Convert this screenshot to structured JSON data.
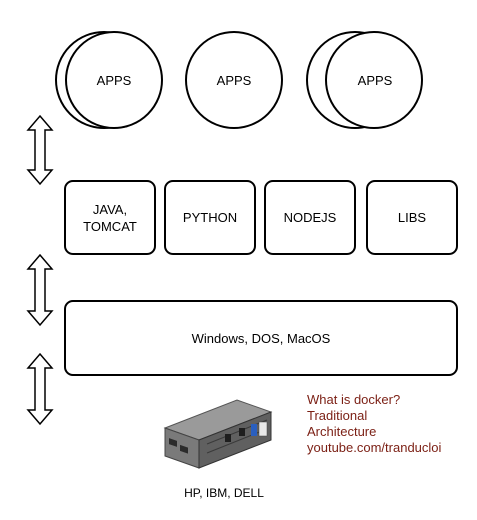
{
  "apps": [
    {
      "label": "APPS"
    },
    {
      "label": "APPS"
    },
    {
      "label": "APPS"
    }
  ],
  "runtimes": [
    {
      "line1": "JAVA,",
      "line2": "TOMCAT"
    },
    {
      "line1": "PYTHON",
      "line2": ""
    },
    {
      "line1": "NODEJS",
      "line2": ""
    },
    {
      "line1": "LIBS",
      "line2": ""
    }
  ],
  "os": {
    "label": "Windows, DOS, MacOS"
  },
  "hardware": {
    "label": "HP, IBM, DELL",
    "icon": "server-rack-icon"
  },
  "caption": {
    "line1": "What is docker?",
    "line2": "Traditional",
    "line3": "Architecture",
    "line4": "youtube.com/tranducloi",
    "color": "#7b1f14"
  }
}
